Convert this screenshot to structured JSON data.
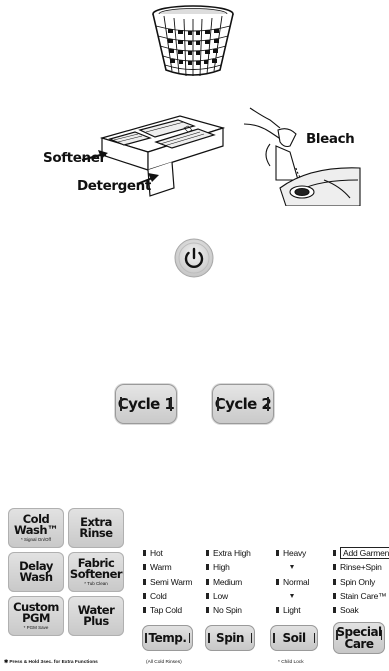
{
  "figures": {
    "drawer_labels": {
      "softener": "Softener",
      "detergent": "Detergent"
    },
    "bleach_label": "Bleach"
  },
  "cycle_buttons": [
    {
      "label": "Cycle 1"
    },
    {
      "label": "Cycle 2"
    }
  ],
  "panel": {
    "left_buttons": [
      {
        "title_line1": "Cold",
        "title_line2": "Wash™",
        "sub": "* Signal On/Off"
      },
      {
        "title_line1": "Extra",
        "title_line2": "Rinse",
        "sub": ""
      },
      {
        "title_line1": "Delay",
        "title_line2": "Wash",
        "sub": ""
      },
      {
        "title_line1": "Fabric",
        "title_line2": "Softener",
        "sub": "* Tub Clean"
      },
      {
        "title_line1": "Custom",
        "title_line2": "PGM",
        "sub": "* PGM Save"
      },
      {
        "title_line1": "Water",
        "title_line2": "Plus",
        "sub": ""
      }
    ],
    "footnote": "✱ Press & Hold 3sec. for Extra Functions",
    "temp": {
      "options": [
        "Hot",
        "Warm",
        "Semi Warm",
        "Cold",
        "Tap Cold"
      ],
      "button": "Temp.",
      "note": "(All Cold Rinses)"
    },
    "spin": {
      "options": [
        "Extra High",
        "High",
        "Medium",
        "Low",
        "No Spin"
      ],
      "button": "Spin",
      "note": ""
    },
    "soil": {
      "options": [
        "Heavy",
        "",
        "Normal",
        "",
        "Light"
      ],
      "button": "Soil",
      "note": "* Child Lock"
    },
    "special": {
      "options": [
        "Add Garments",
        "Rinse+Spin",
        "Spin Only",
        "Stain Care™",
        "Soak"
      ],
      "button_line1": "Special",
      "button_line2": "Care",
      "note": ""
    }
  }
}
